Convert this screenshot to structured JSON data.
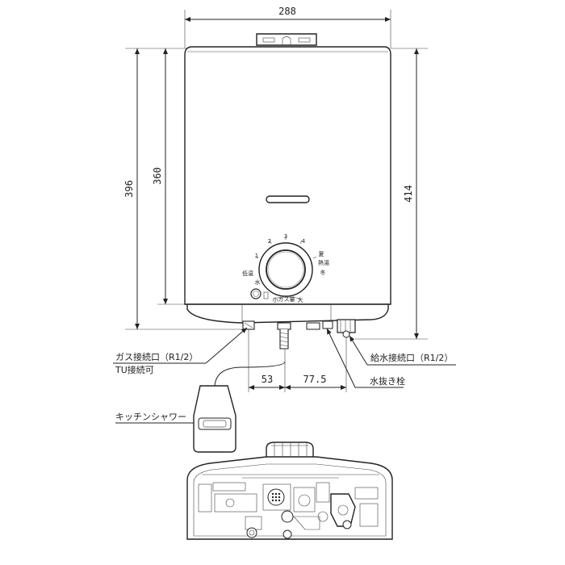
{
  "dimensions": {
    "width": "288",
    "height_total": "396",
    "height_body": "360",
    "height_right": "414",
    "gas_offset": "53",
    "water_offset": "77.5"
  },
  "labels": {
    "gas_inlet": "ガス接続口（R1/2）",
    "tu_connect": "TU接続可",
    "water_inlet": "給水接続口（R1/2）",
    "drain_plug": "水抜き栓",
    "kitchen_shower": "キッチンシャワー"
  },
  "dial": {
    "scale": [
      "1",
      "2",
      "3",
      "4"
    ],
    "low_temp": "低温",
    "summer": "夏",
    "hot_water": "熱湯",
    "winter": "冬",
    "water": "水",
    "small": "小",
    "gas_amount": "ガス量",
    "large": "大"
  }
}
